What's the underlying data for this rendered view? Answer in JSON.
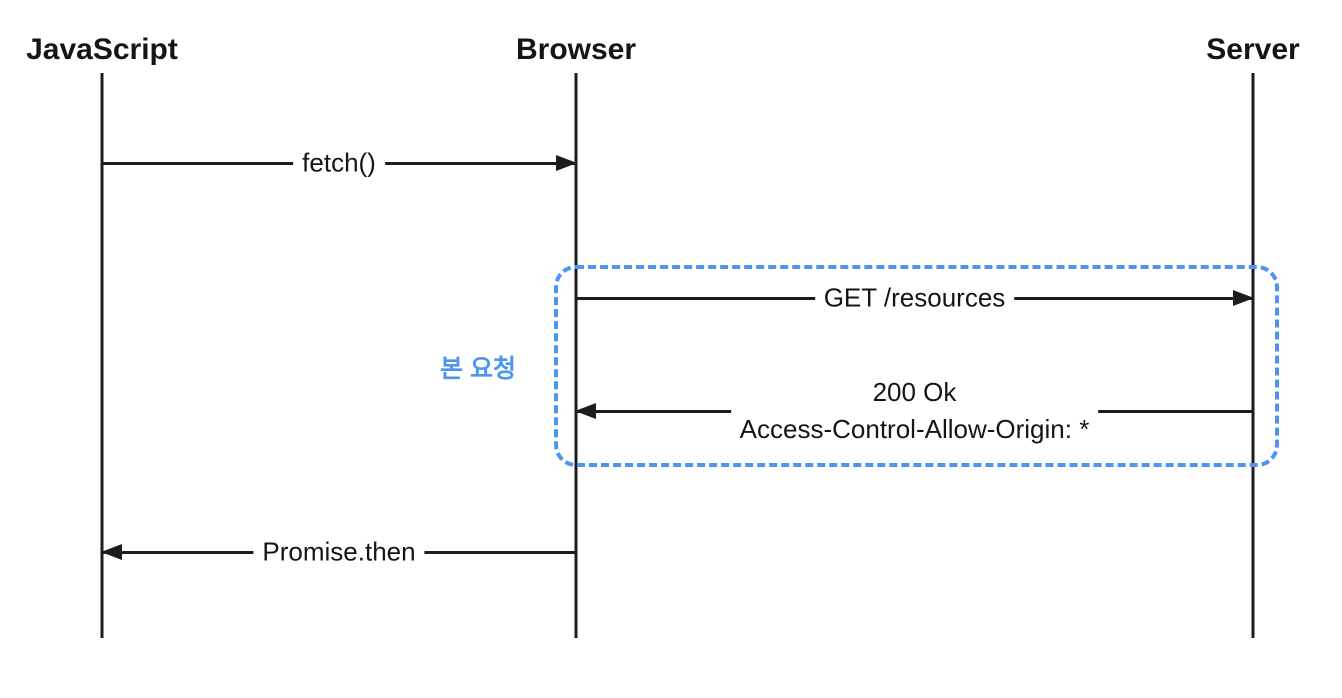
{
  "diagram": {
    "type": "sequence",
    "actors": [
      {
        "name": "JavaScript"
      },
      {
        "name": "Browser"
      },
      {
        "name": "Server"
      }
    ],
    "messages": [
      {
        "from": "JavaScript",
        "to": "Browser",
        "label": "fetch()"
      },
      {
        "from": "Browser",
        "to": "Server",
        "label": "GET /resources"
      },
      {
        "from": "Server",
        "to": "Browser",
        "label_line1": "200 Ok",
        "label_line2": "Access-Control-Allow-Origin: *"
      },
      {
        "from": "Browser",
        "to": "JavaScript",
        "label": "Promise.then"
      }
    ],
    "annotation": {
      "label": "본 요청"
    }
  },
  "colors": {
    "highlight-blue": "#4d95f2",
    "line-color": "#1d1d1d"
  }
}
